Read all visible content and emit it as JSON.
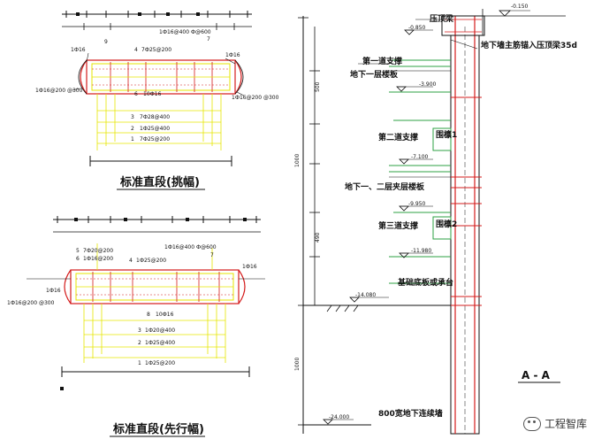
{
  "left_top": {
    "title": "标准直段(挑幅)",
    "labels": {
      "n9": "9",
      "n4": "4",
      "bar4": "7Ф25@200",
      "n7": "7",
      "bar7": "1Ф16@400 Ф@600",
      "n6": "6",
      "bar6": "10Ф16",
      "n3": "3",
      "bar3": "7Ф28@400",
      "n2": "2",
      "bar2": "1Ф25@400",
      "n1": "1",
      "bar1": "7Ф25@200",
      "left_tag": "1Ф16",
      "left_dist": "1Ф16@200 @300",
      "right_tag": "1Ф16",
      "right_dist": "1Ф16@200 @300"
    }
  },
  "left_bottom": {
    "title": "标准直段(先行幅)",
    "labels": {
      "n5": "5",
      "bar5": "7Ф20@200",
      "n6": "6",
      "bar6": "1Ф16@200",
      "n4": "4",
      "bar4": "1Ф25@200",
      "n7": "7",
      "bar7": "1Ф16@400 Ф@600",
      "n8": "8",
      "bar8": "10Ф16",
      "n3": "3",
      "bar3": "1Ф20@400",
      "n2": "2",
      "bar2": "1Ф25@400",
      "n1": "1",
      "bar1": "1Ф25@200",
      "left_tag": "1Ф16",
      "left_dist": "1Ф16@200 @300",
      "right_tag": "1Ф16"
    }
  },
  "section": {
    "title": "A - A",
    "labels": {
      "crown_beam": "压顶梁",
      "elev_top": "-0.150",
      "elev_1": "-0.850",
      "anchor_note": "地下墙主筋锚入压顶梁35d",
      "strut_1": "第一道支撑",
      "floor_b1": "地下一层楼板",
      "elev_2": "-3.900",
      "strut_2": "第二道支撑",
      "waler_1": "围檩1",
      "elev_3": "-7.100",
      "floor_b2": "地下一、二层夹层楼板",
      "elev_4": "-9.950",
      "strut_3": "第三道支撑",
      "waler_2": "围檩2",
      "elev_5": "-11.980",
      "base_slab": "基础底板或承台",
      "elev_6": "-14.080",
      "diaphragm_wall": "800宽地下连续墙",
      "elev_bottom": "-24.000",
      "dim_total": "1000",
      "dim_mid": "500",
      "dim_a": "490"
    }
  },
  "watermark": {
    "text": "工程智库",
    "icon": "wechat-icon"
  }
}
